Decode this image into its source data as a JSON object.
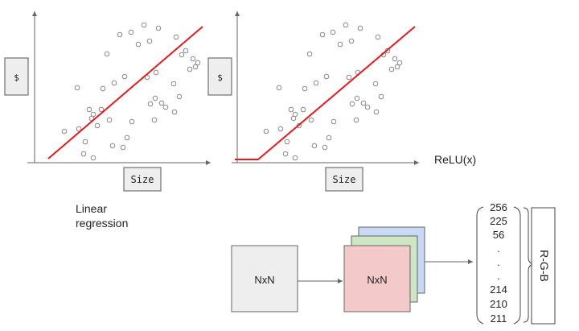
{
  "plot_left": {
    "y_axis_label": "$",
    "x_axis_label": "Size",
    "caption_line1": "Linear",
    "caption_line2": "regression"
  },
  "plot_right": {
    "y_axis_label": "$",
    "x_axis_label": "Size",
    "side_label": "ReLU(x)"
  },
  "conv": {
    "input_label": "NxN",
    "output_label": "NxN",
    "colors": {
      "input": "#eeeeee",
      "channel_blue": "#c8d8f5",
      "channel_green": "#cfe6c4",
      "channel_red": "#f4c9c9"
    }
  },
  "vector": {
    "values_top": [
      "256",
      "225",
      "56"
    ],
    "dots": [
      ".",
      ".",
      "."
    ],
    "values_bottom": [
      "214",
      "210",
      "211"
    ],
    "side_label": "R-G-B"
  },
  "colors": {
    "fit_line": "#e8191c",
    "points": "#8a8a8a",
    "axis": "#666666"
  }
}
